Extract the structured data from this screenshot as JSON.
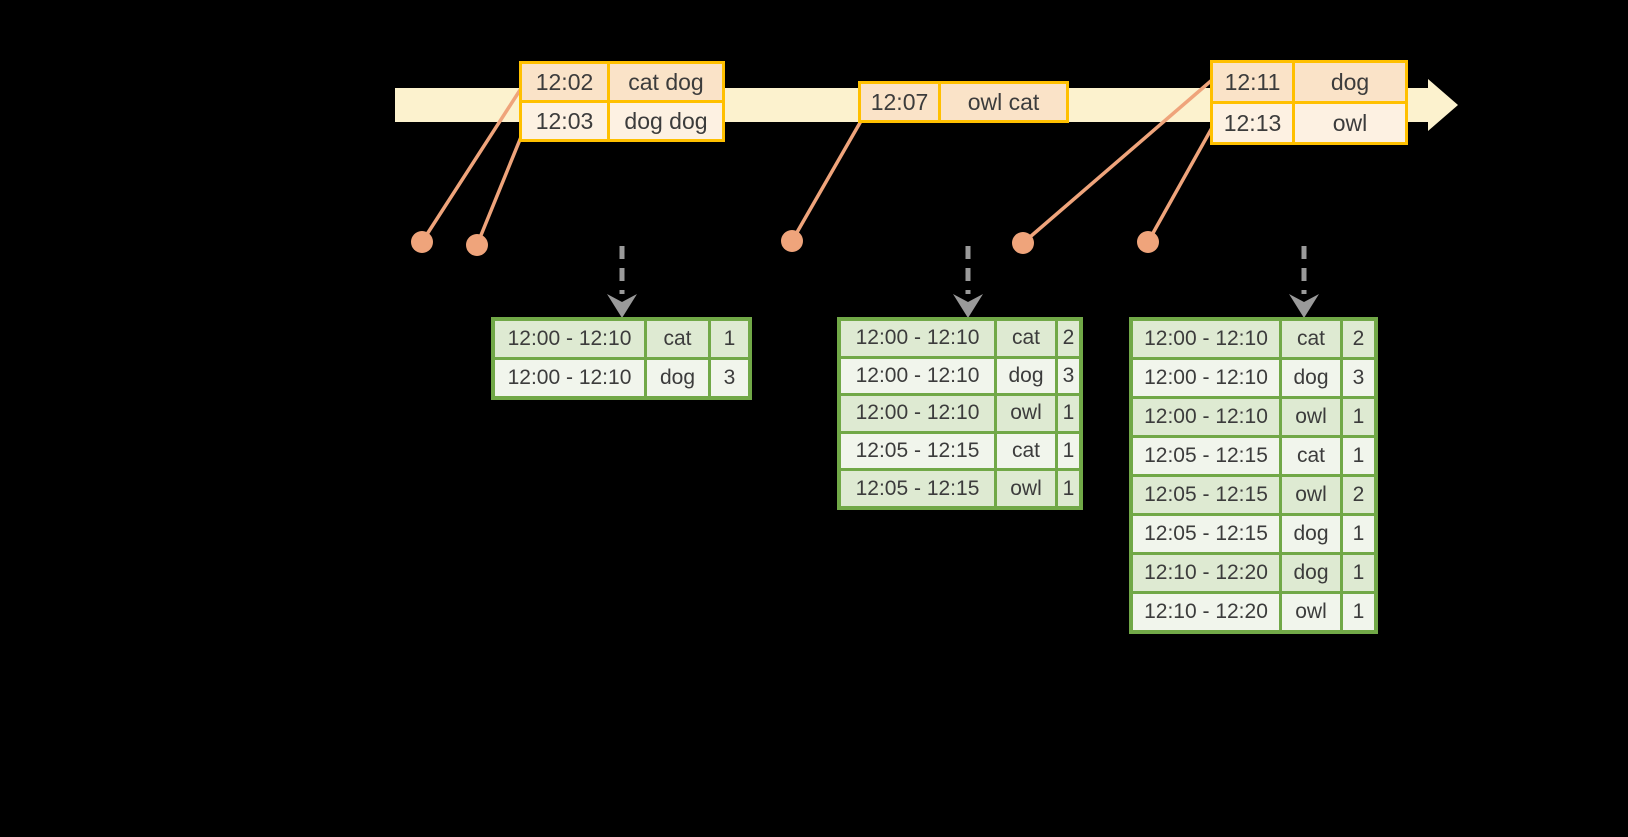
{
  "diagram": {
    "background": "#000000",
    "colors": {
      "timeline_fill": "#FCF2CE",
      "event_border": "#FFC000",
      "event_row_dark": "#FAE3C8",
      "event_row_light": "#FDF1E2",
      "connector_salmon": "#EFA47B",
      "result_border": "#71A847",
      "result_row_dark": "#DEEAD2",
      "result_row_light": "#F1F5EC",
      "trigger_arrow_gray": "#9A9A9A",
      "text": "#3C3C3C"
    },
    "event_tables": [
      {
        "rows": [
          {
            "time": "12:02",
            "words": "cat dog"
          },
          {
            "time": "12:03",
            "words": "dog dog"
          }
        ]
      },
      {
        "rows": [
          {
            "time": "12:07",
            "words": "owl cat"
          }
        ]
      },
      {
        "rows": [
          {
            "time": "12:11",
            "words": "dog"
          },
          {
            "time": "12:13",
            "words": "owl"
          }
        ]
      }
    ],
    "result_tables": [
      {
        "rows": [
          {
            "window": "12:00 - 12:10",
            "word": "cat",
            "count": "1"
          },
          {
            "window": "12:00 - 12:10",
            "word": "dog",
            "count": "3"
          }
        ]
      },
      {
        "rows": [
          {
            "window": "12:00 - 12:10",
            "word": "cat",
            "count": "2"
          },
          {
            "window": "12:00 - 12:10",
            "word": "dog",
            "count": "3"
          },
          {
            "window": "12:00 - 12:10",
            "word": "owl",
            "count": "1"
          },
          {
            "window": "12:05 - 12:15",
            "word": "cat",
            "count": "1"
          },
          {
            "window": "12:05 - 12:15",
            "word": "owl",
            "count": "1"
          }
        ]
      },
      {
        "rows": [
          {
            "window": "12:00 - 12:10",
            "word": "cat",
            "count": "2"
          },
          {
            "window": "12:00 - 12:10",
            "word": "dog",
            "count": "3"
          },
          {
            "window": "12:00 - 12:10",
            "word": "owl",
            "count": "1"
          },
          {
            "window": "12:05 - 12:15",
            "word": "cat",
            "count": "1"
          },
          {
            "window": "12:05 - 12:15",
            "word": "owl",
            "count": "2"
          },
          {
            "window": "12:05 - 12:15",
            "word": "dog",
            "count": "1"
          },
          {
            "window": "12:10 - 12:20",
            "word": "dog",
            "count": "1"
          },
          {
            "window": "12:10 - 12:20",
            "word": "owl",
            "count": "1"
          }
        ]
      }
    ]
  }
}
